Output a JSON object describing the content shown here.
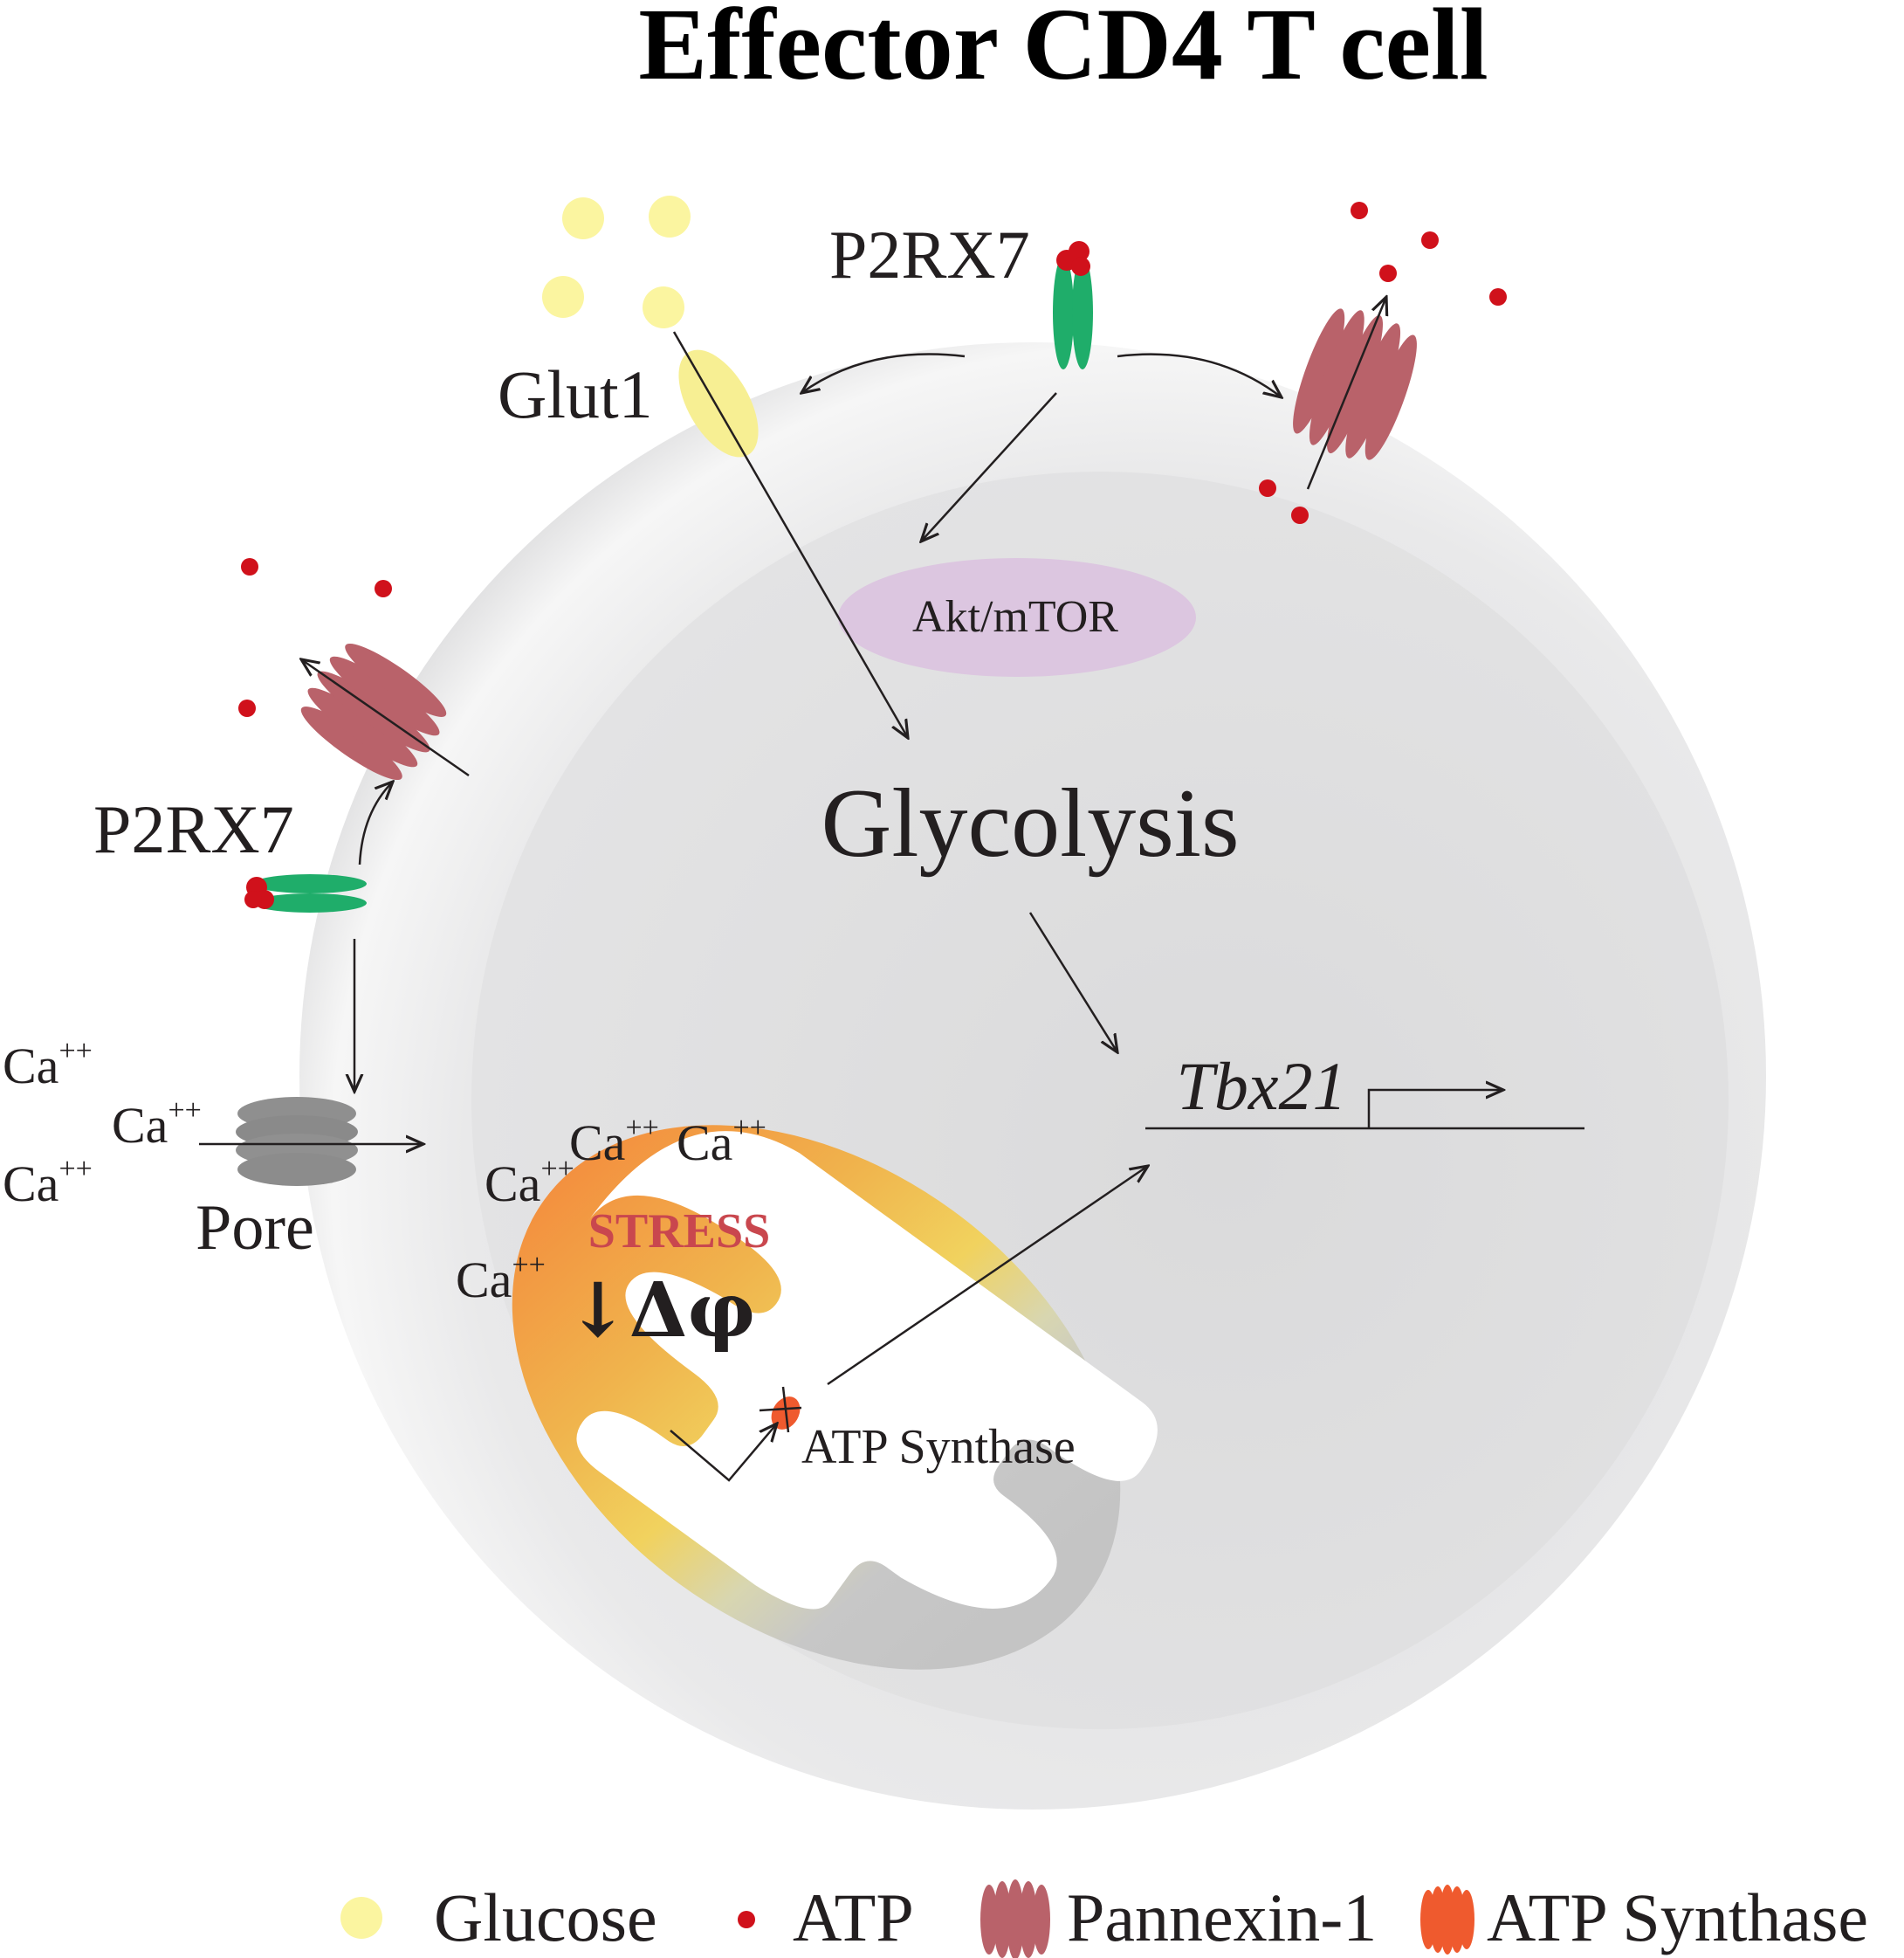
{
  "title": "Effector CD4 T cell",
  "labels": {
    "p2rx7_top": "P2RX7",
    "p2rx7_left": "P2RX7",
    "glut1": "Glut1",
    "akt_mtor": "Akt/mTOR",
    "glycolysis": "Glycolysis",
    "tbx21": "Tbx21",
    "pore": "Pore",
    "stress": "STRESS",
    "delta_phi": "↓Δφ",
    "atp_synthase": "ATP Synthase",
    "ca_base": "Ca",
    "ca_charge": "++"
  },
  "legend": {
    "glucose": "Glucose",
    "atp": "ATP",
    "pannexin": "Pannexin-1",
    "atp_synthase": "ATP Synthase"
  },
  "colors": {
    "glucose": "#fbf5a0",
    "atp": "#d0111b",
    "pannexin": "#b9626a",
    "p2rx7": "#1fad6a",
    "pore": "#8f8f8f",
    "akt": "#dcc6e0",
    "atp_synthase": "#ef5a2e",
    "stress": "#c9474e"
  }
}
